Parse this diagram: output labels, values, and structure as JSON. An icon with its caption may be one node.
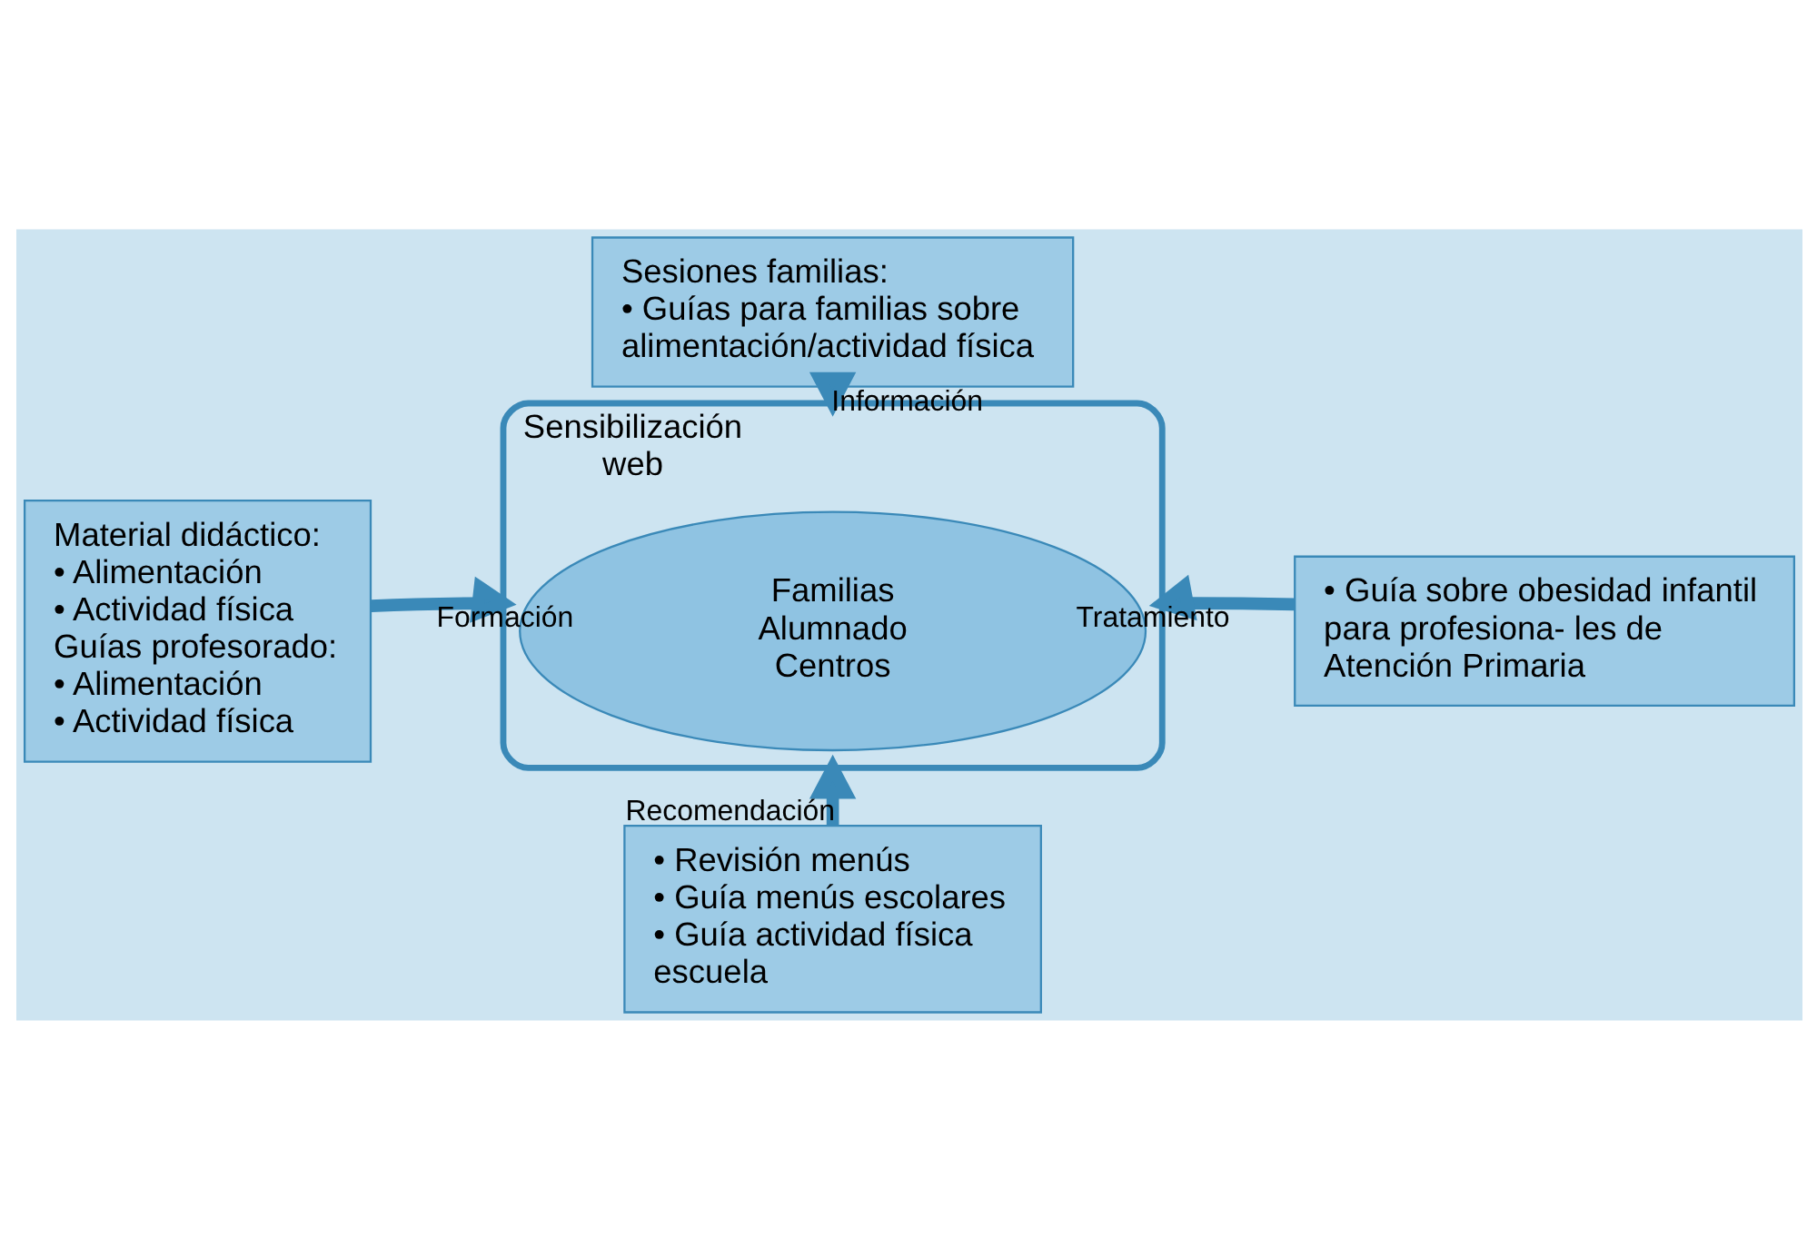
{
  "diagram": {
    "nodes": [
      {
        "text": [
          "Sesiones familias:",
          "• Guías para familias sobre alimentación/actividad física"
        ]
      },
      {
        "text": [
          "Material didáctico:",
          "• Alimentación",
          "• Actividad física",
          "Guías profesorado:",
          "• Alimentación",
          "• Actividad física"
        ]
      },
      {
        "text": [
          "Sensibilización",
          "web"
        ]
      },
      {
        "text": [
          "Familias",
          "Alumnado",
          "Centros"
        ],
        "in": 2
      },
      {
        "text": [
          "• Guía sobre obesidad infantil para profesiona- les de Atención Primaria"
        ]
      },
      {
        "text": [
          "• Revisión menús",
          "• Guía menús escolares",
          "• Guía actividad física escuela"
        ]
      }
    ],
    "edges": [
      {
        "from": 0,
        "to": 2,
        "arrow": "to",
        "label": "Información"
      },
      {
        "from": 1,
        "to": 2,
        "arrow": "to",
        "label": "Formación"
      },
      {
        "from": 4,
        "to": 2,
        "arrow": "to",
        "label": "Tratamiento"
      },
      {
        "from": 5,
        "to": 2,
        "arrow": "to",
        "label": "Recomendación"
      }
    ]
  }
}
